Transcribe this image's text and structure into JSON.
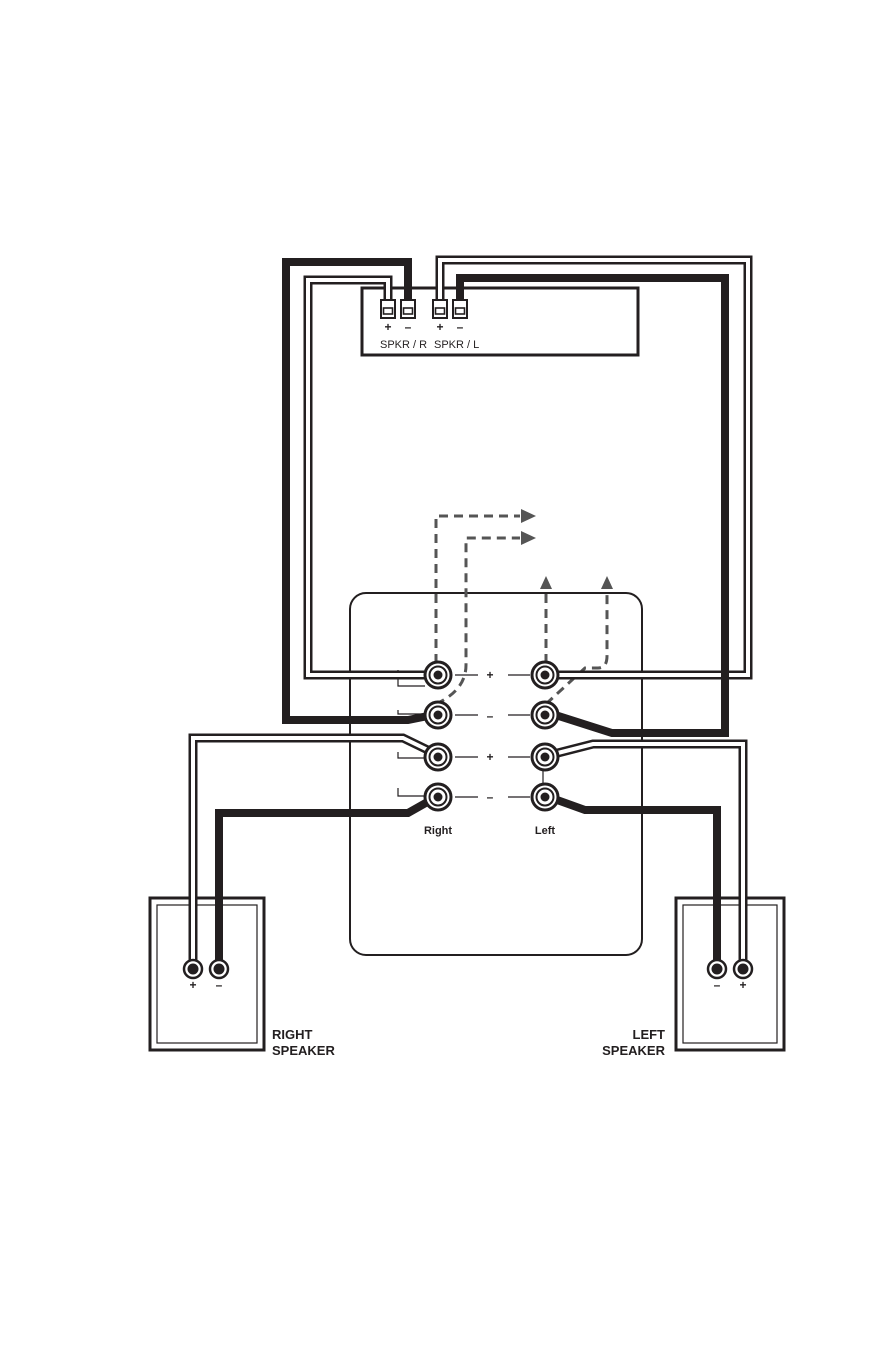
{
  "amplifier": {
    "terminals": [
      {
        "sign": "+"
      },
      {
        "sign": "–"
      },
      {
        "sign": "+"
      },
      {
        "sign": "–"
      }
    ],
    "label_right": "SPKR / R",
    "label_left": "SPKR / L"
  },
  "subwoofer_panel": {
    "rows": [
      {
        "sign": "+"
      },
      {
        "sign": "–"
      },
      {
        "sign": "+"
      },
      {
        "sign": "–"
      }
    ],
    "column_right": "Right",
    "column_left": "Left"
  },
  "right_speaker": {
    "plus": "+",
    "minus": "–",
    "label_line1": "RIGHT",
    "label_line2": "SPEAKER"
  },
  "left_speaker": {
    "minus": "–",
    "plus": "+",
    "label_line1": "LEFT",
    "label_line2": "SPEAKER"
  },
  "colors": {
    "ink": "#231f20",
    "dashed_wire": "#555555"
  }
}
